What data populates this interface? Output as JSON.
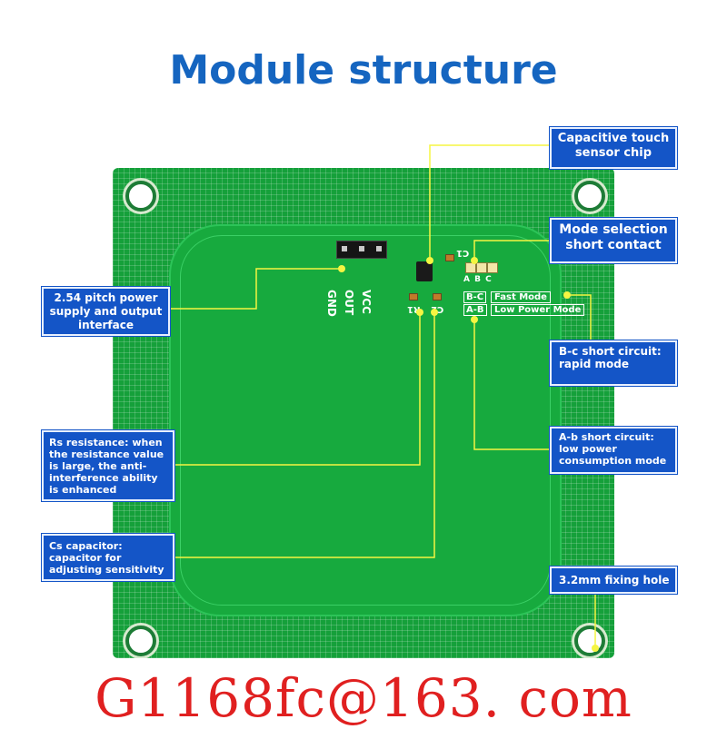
{
  "title": "Module structure",
  "footer": "G1168fc@163. com",
  "board": {
    "color": "#15a03a",
    "pin_labels": [
      "VCC",
      "OUT",
      "GND"
    ],
    "mode_letters": "A B C",
    "silk_r1": "R1",
    "silk_c1": "C1",
    "silk_c2": "C2",
    "mode_rows": [
      {
        "code": "B-C",
        "mode": "Fast Mode"
      },
      {
        "code": "A-B",
        "mode": "Low Power Mode"
      }
    ]
  },
  "callouts": {
    "capacitive_touch_chip": "Capacitive touch sensor chip",
    "mode_selection": "Mode selection short contact",
    "pitch_interface": "2.54 pitch power supply and output interface",
    "bc_short": "B-c short circuit: rapid mode",
    "ab_short": "A-b short circuit: low power consumption mode",
    "rs_resistance": "Rs resistance: when the resistance value is large, the anti-interference ability is enhanced",
    "cs_capacitor": "Cs capacitor: capacitor for adjusting sensitivity",
    "fixing_hole": "3.2mm fixing hole"
  },
  "colors": {
    "title": "#1565c0",
    "callout_bg": "#1455c7",
    "leader_line": "#f5f542",
    "footer_text": "#e02020"
  }
}
